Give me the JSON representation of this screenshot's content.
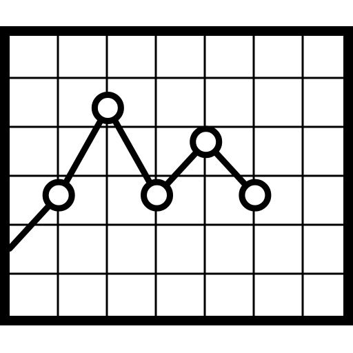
{
  "icon": {
    "name": "line-chart-icon",
    "stroke_color": "#000000",
    "fill_color": "#ffffff",
    "grid": true
  },
  "chart_data": {
    "type": "line",
    "title": "",
    "xlabel": "",
    "ylabel": "",
    "grid": true,
    "x": [
      0,
      1,
      2,
      3,
      4,
      5
    ],
    "series": [
      {
        "values": [
          1.5,
          2.6,
          4.4,
          2.6,
          3.7,
          2.6
        ]
      }
    ],
    "markers_at_index": [
      1,
      2,
      3,
      4,
      5
    ],
    "xlim": [
      0,
      6.8
    ],
    "ylim": [
      0,
      6
    ]
  }
}
